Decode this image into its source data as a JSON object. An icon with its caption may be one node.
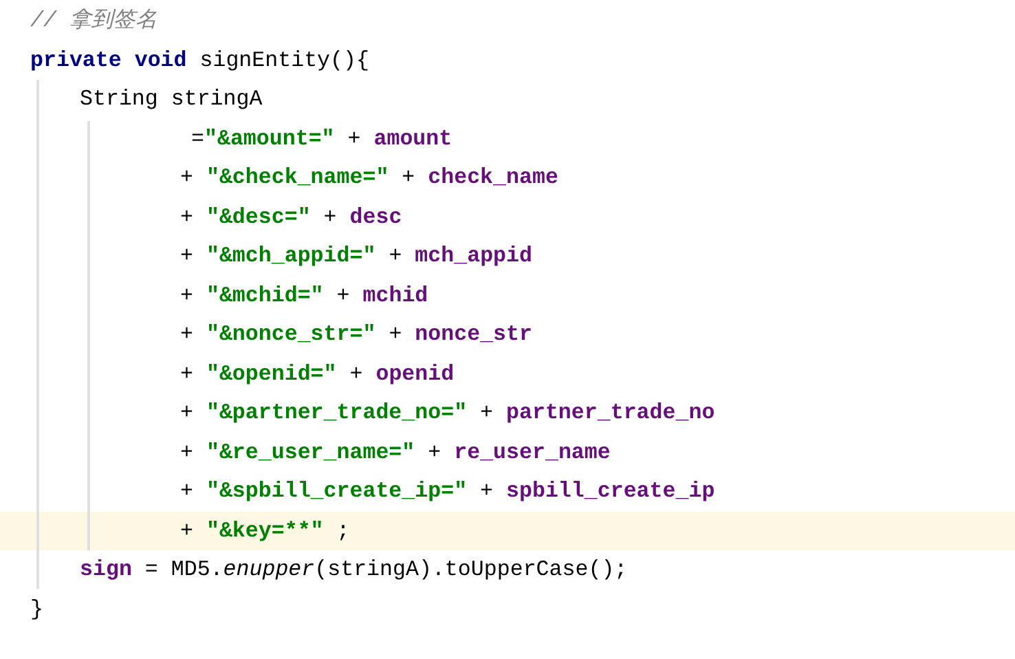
{
  "diagram": {
    "labels": [
      "// 拿到签名",
      "private void signEntity(){",
      "String stringA",
      "=\"&amount=\" + amount",
      "+ \"&check_name=\" + check_name",
      "+ \"&desc=\" + desc",
      "+ \"&mch_appid=\" + mch_appid",
      "+ \"&mchid=\" + mchid",
      "+ \"&nonce_str=\" + nonce_str",
      "+ \"&openid=\" + openid",
      "+ \"&partner_trade_no=\" + partner_trade_no",
      "+ \"&re_user_name=\" + re_user_name",
      "+ \"&spbill_create_ip=\" + spbill_create_ip",
      "+ \"&key=**\" ;",
      "sign = MD5.*enupper*(stringA).toUpperCase();",
      "}"
    ]
  }
}
